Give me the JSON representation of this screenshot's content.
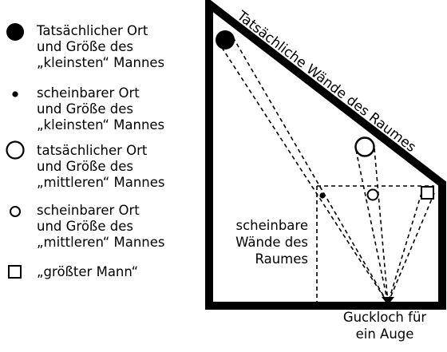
{
  "legend": [
    {
      "symbol": "large-filled-circle",
      "lines": [
        "Tatsächlicher Ort",
        "und Größe des",
        "„kleinsten“ Mannes"
      ]
    },
    {
      "symbol": "small-filled-dot",
      "lines": [
        "scheinbarer Ort",
        "und Größe des",
        "„kleinsten“ Mannes"
      ]
    },
    {
      "symbol": "large-open-circle",
      "lines": [
        "tatsächlicher Ort",
        "und Größe des",
        "„mittleren“ Mannes"
      ]
    },
    {
      "symbol": "small-open-circle",
      "lines": [
        "scheinbarer Ort",
        "und Größe des",
        "„mittleren“ Mannes"
      ]
    },
    {
      "symbol": "open-square",
      "lines": [
        "„größter Mann“"
      ]
    }
  ],
  "diagram": {
    "wall_label": "Tatsächliche Wände des Raumes",
    "apparent_walls_label": [
      "scheinbare",
      "Wände des",
      "Raumes"
    ],
    "peephole_label": [
      "Guckloch für",
      "ein Auge"
    ]
  }
}
